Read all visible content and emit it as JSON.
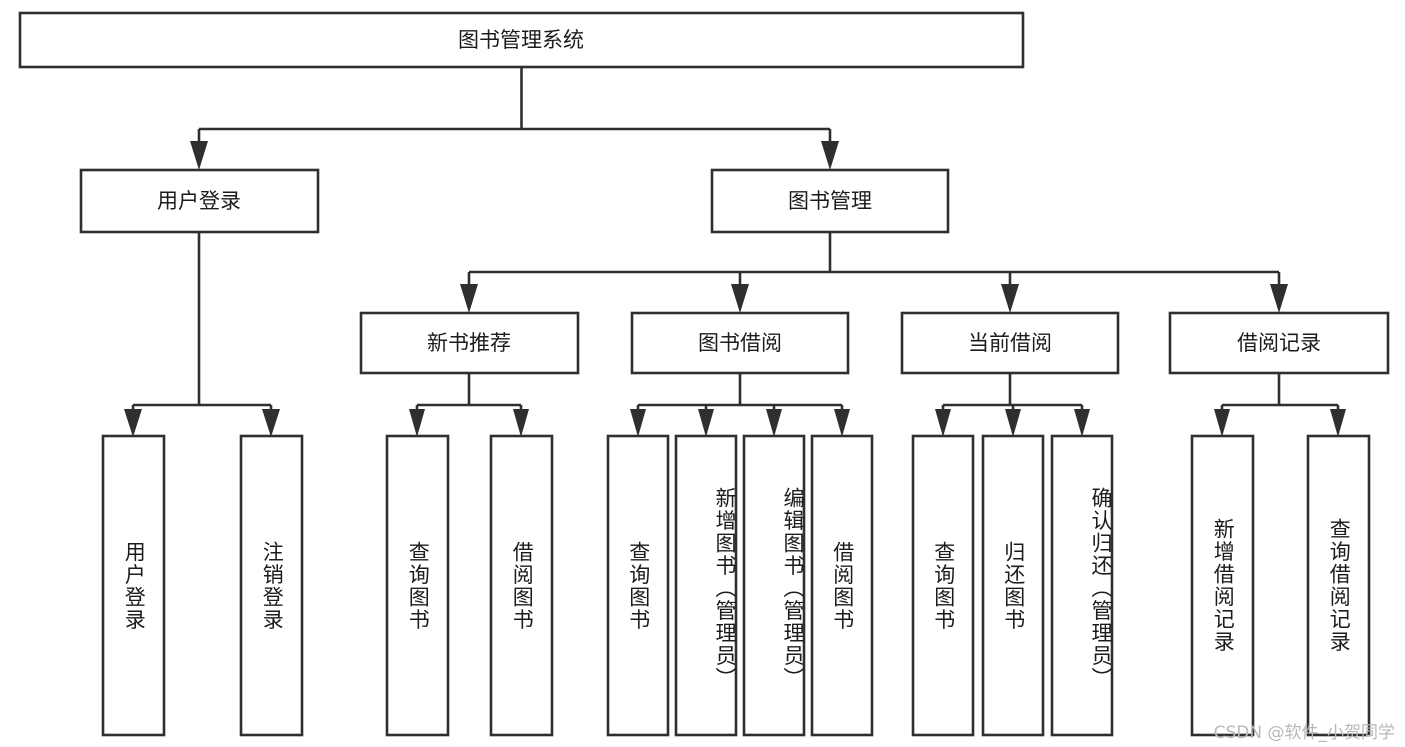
{
  "diagram": {
    "title": "图书管理系统",
    "type": "tree-hierarchy-diagram",
    "watermark": "CSDN @软件_小贺同学",
    "colors": {
      "box_stroke": "#2f2f2f",
      "box_fill": "#ffffff",
      "text": "#1c1c1c",
      "background": "#ffffff",
      "watermark": "#b8b8b8"
    },
    "root": {
      "label": "图书管理系统"
    },
    "level2": [
      {
        "label": "用户登录"
      },
      {
        "label": "图书管理"
      }
    ],
    "level3": [
      {
        "label": "新书推荐"
      },
      {
        "label": "图书借阅"
      },
      {
        "label": "当前借阅"
      },
      {
        "label": "借阅记录"
      }
    ],
    "leaves": {
      "user_login": [
        {
          "label": "用户登录"
        },
        {
          "label": "注销登录"
        }
      ],
      "new_book_recommend": [
        {
          "label": "查询图书"
        },
        {
          "label": "借阅图书"
        }
      ],
      "book_borrow": [
        {
          "label": "查询图书"
        },
        {
          "label": "新增图书（管理员）"
        },
        {
          "label": "编辑图书（管理员）"
        },
        {
          "label": "借阅图书"
        }
      ],
      "current_borrow": [
        {
          "label": "查询图书"
        },
        {
          "label": "归还图书"
        },
        {
          "label": "确认归还（管理员）"
        }
      ],
      "borrow_record": [
        {
          "label": "新增借阅记录"
        },
        {
          "label": "查询借阅记录"
        }
      ]
    }
  },
  "chart_data": {
    "type": "table",
    "title": "图书管理系统",
    "structure": [
      {
        "level": 1,
        "label": "图书管理系统",
        "children": [
          "用户登录",
          "图书管理"
        ]
      },
      {
        "level": 2,
        "label": "用户登录",
        "children": [
          "用户登录",
          "注销登录"
        ]
      },
      {
        "level": 2,
        "label": "图书管理",
        "children": [
          "新书推荐",
          "图书借阅",
          "当前借阅",
          "借阅记录"
        ]
      },
      {
        "level": 3,
        "label": "新书推荐",
        "children": [
          "查询图书",
          "借阅图书"
        ]
      },
      {
        "level": 3,
        "label": "图书借阅",
        "children": [
          "查询图书",
          "新增图书（管理员）",
          "编辑图书（管理员）",
          "借阅图书"
        ]
      },
      {
        "level": 3,
        "label": "当前借阅",
        "children": [
          "查询图书",
          "归还图书",
          "确认归还（管理员）"
        ]
      },
      {
        "level": 3,
        "label": "借阅记录",
        "children": [
          "新增借阅记录",
          "查询借阅记录"
        ]
      }
    ]
  }
}
